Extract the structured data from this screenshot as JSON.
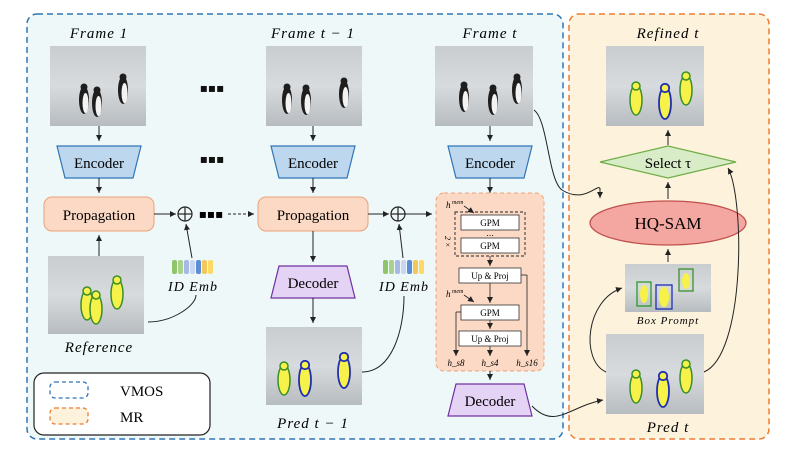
{
  "vmos": {
    "frames": [
      "Frame 1",
      "Frame t − 1",
      "Frame t"
    ],
    "encoder_label": "Encoder",
    "propagation_label": "Propagation",
    "decoder_label": "Decoder",
    "reference_label": "Reference",
    "id_emb_label": "ID Emb",
    "pred_prev_label": "Pred t − 1",
    "ellipsis": "▪▪▪",
    "oplus": "⊕",
    "memory": {
      "hmem_label": "h",
      "hmem_sup": "mem",
      "repeat_label": "2 ×",
      "gpm_label": "GPM",
      "dots": "...",
      "upproj_label": "Up & Proj",
      "outputs": [
        "h_s8",
        "h_s4",
        "h_s16"
      ]
    }
  },
  "mr": {
    "refined_label": "Refined t",
    "select_label": "Select τ",
    "hqsam_label": "HQ-SAM",
    "box_prompt_label": "Box Prompt",
    "pred_label": "Pred t"
  },
  "legend": {
    "vmos": "VMOS",
    "mr": "MR"
  },
  "colors": {
    "vmos_border": "#2e75b6",
    "vmos_fill": "#eef8f8",
    "mr_border": "#ed7d31",
    "mr_fill": "#fdf3dc",
    "encoder_fill": "#bdd7ee",
    "propagation_fill": "#fbd9c4",
    "decoder_fill": "#e4d3f5",
    "hqsam_fill": "#f4a6a0",
    "select_fill": "#d8ecc8"
  }
}
